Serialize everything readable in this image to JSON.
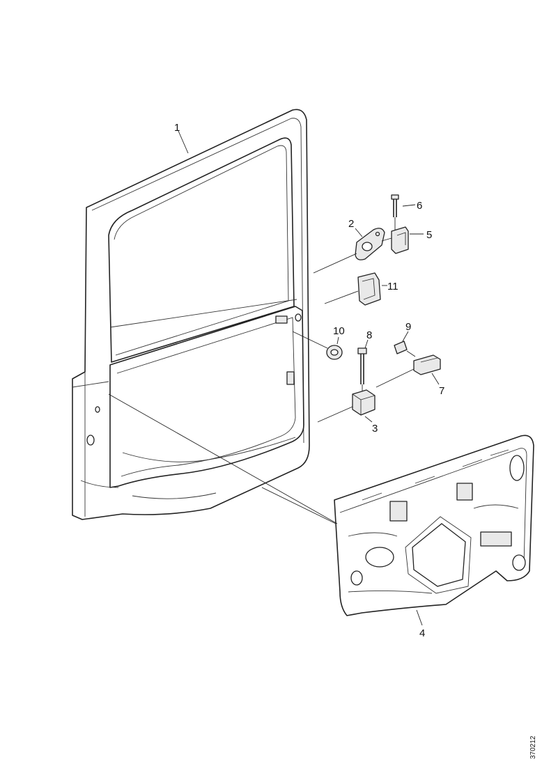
{
  "callouts": {
    "c1": "1",
    "c2": "2",
    "c3": "3",
    "c4": "4",
    "c5": "5",
    "c6": "6",
    "c7": "7",
    "c8": "8",
    "c9": "9",
    "c10": "10",
    "c11": "11"
  },
  "document_ref": "370212"
}
